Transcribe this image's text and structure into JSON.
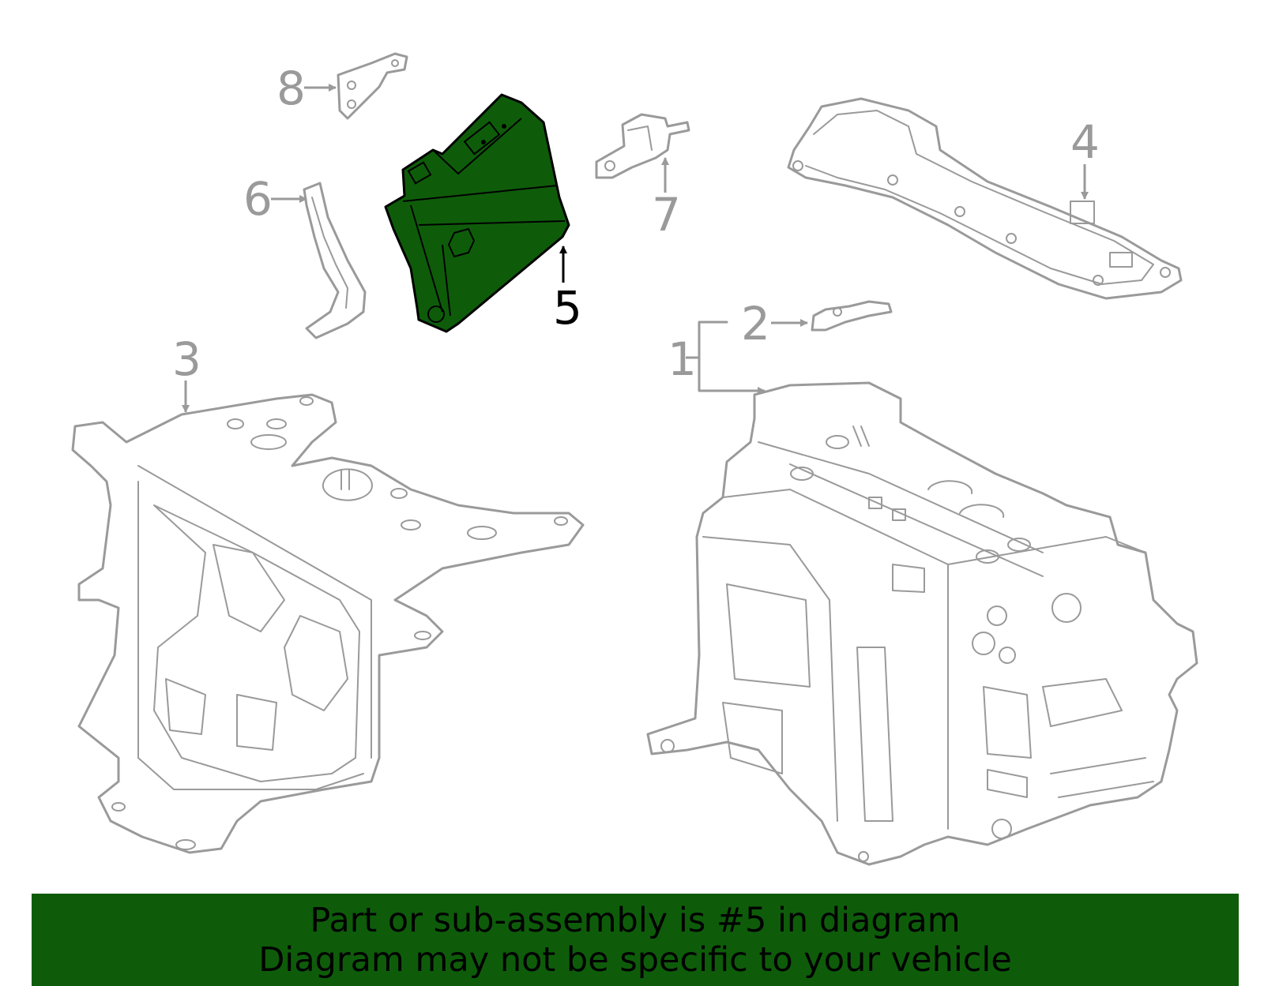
{
  "colors": {
    "highlight_fill": "#0e5c0a",
    "highlight_stroke": "#000000",
    "part_stroke": "#9a9a9a",
    "banner_background": "#0e5c0a",
    "banner_text": "#000000"
  },
  "callouts": [
    {
      "number": "1",
      "highlighted": false
    },
    {
      "number": "2",
      "highlighted": false
    },
    {
      "number": "3",
      "highlighted": false
    },
    {
      "number": "4",
      "highlighted": false
    },
    {
      "number": "5",
      "highlighted": true
    },
    {
      "number": "6",
      "highlighted": false
    },
    {
      "number": "7",
      "highlighted": false
    },
    {
      "number": "8",
      "highlighted": false
    }
  ],
  "banner": {
    "line1": "Part or sub-assembly is #5 in diagram",
    "line2": "Diagram may not be specific to your vehicle"
  }
}
